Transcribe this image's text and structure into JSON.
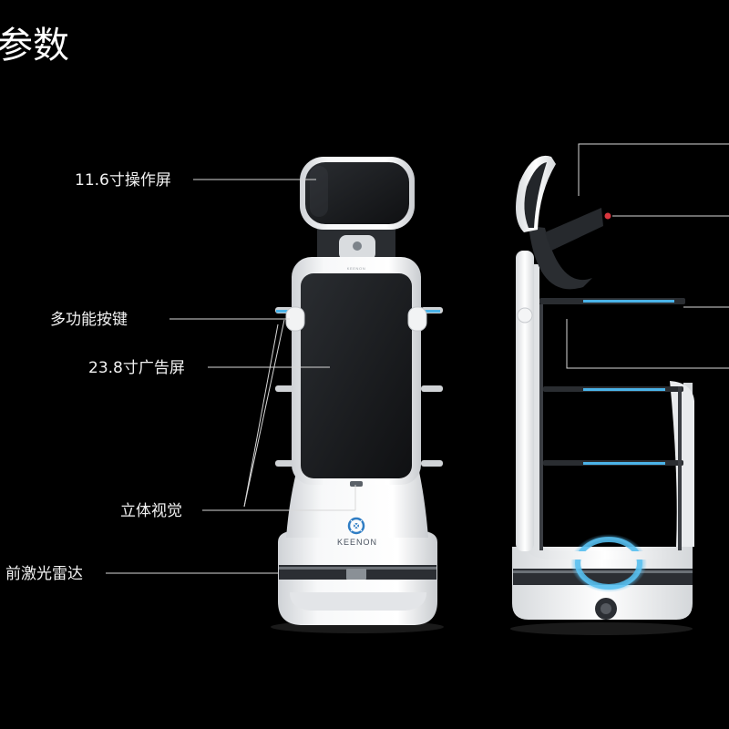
{
  "page": {
    "title_fragment": "参数",
    "brand": "KEENON",
    "brand_small": "KEENON"
  },
  "callouts": [
    {
      "id": "operation-screen",
      "text": "11.6寸操作屏"
    },
    {
      "id": "multi-button",
      "text": "多功能按键"
    },
    {
      "id": "ad-screen",
      "text": "23.8寸广告屏"
    },
    {
      "id": "stereo-vision",
      "text": "立体视觉"
    },
    {
      "id": "front-lidar",
      "text": "前激光雷达"
    }
  ],
  "colors": {
    "background": "#000000",
    "body": "#f4f5f6",
    "screen": "#1a1c1f",
    "accent": "#4bb3e8",
    "indicator_red": "#d9363e",
    "leader_line": "#d8d8d8"
  }
}
